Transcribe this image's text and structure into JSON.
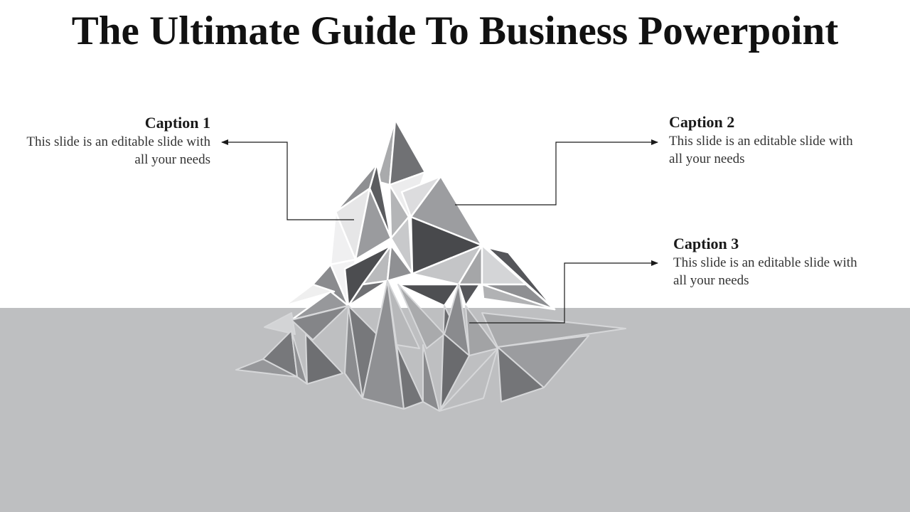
{
  "slide": {
    "title": "The Ultimate Guide To Business Powerpoint"
  },
  "captions": [
    {
      "title": "Caption 1",
      "text": "This slide is an editable slide with all your needs"
    },
    {
      "title": "Caption 2",
      "text": "This slide is an editable slide with all your needs"
    },
    {
      "title": "Caption 3",
      "text": "This slide is an editable slide with all your needs"
    }
  ],
  "colors": {
    "background": "#ffffff",
    "water": "#bebfc1",
    "title_text": "#111111",
    "connector": "#1a1a1a",
    "facet_dark": "#4a4b4e",
    "facet_mid": "#8c8d90",
    "facet_light": "#e8e8e9"
  },
  "icons": [
    "iceberg-illustration",
    "arrow-left-icon",
    "arrow-right-icon"
  ]
}
